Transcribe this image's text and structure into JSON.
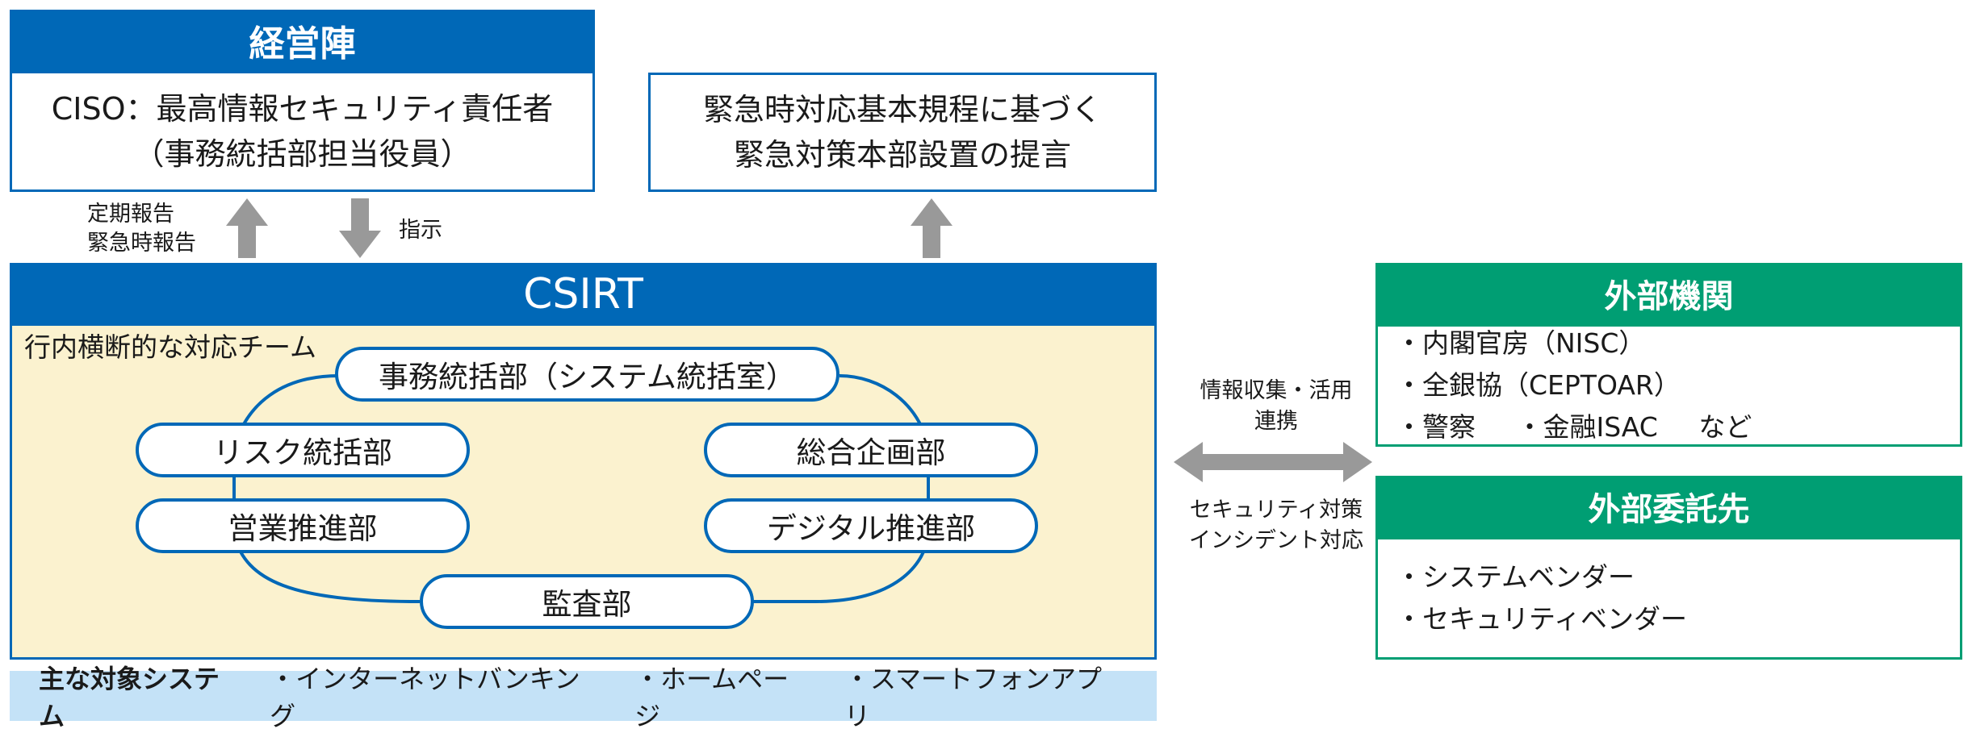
{
  "management": {
    "title": "経営陣",
    "ciso_line1": "CISO：最高情報セキュリティ責任者",
    "ciso_line2": "（事務統括部担当役員）"
  },
  "emergency": {
    "line1": "緊急時対応基本規程に基づく",
    "line2": "緊急対策本部設置の提言"
  },
  "arrows": {
    "report_line1": "定期報告",
    "report_line2": "緊急時報告",
    "instruction": "指示"
  },
  "csirt": {
    "title": "CSIRT",
    "team_label": "行内横断的な対応チーム",
    "departments": {
      "top": "事務統括部（システム統括室）",
      "left_1": "リスク統括部",
      "left_2": "営業推進部",
      "right_1": "総合企画部",
      "right_2": "デジタル推進部",
      "bottom": "監査部"
    }
  },
  "systems": {
    "title": "主な対象システム",
    "items": [
      "・インターネットバンキング",
      "・ホームページ",
      "・スマートフォンアプリ"
    ]
  },
  "exchange": {
    "top_line1": "情報収集・活用",
    "top_line2": "連携",
    "bottom_line1": "セキュリティ対策",
    "bottom_line2": "インシデント対応"
  },
  "external_orgs": {
    "title": "外部機関",
    "row1": [
      "・内閣官房（NISC）",
      "・全銀協（CEPTOAR）"
    ],
    "row2": [
      "・警察",
      "・金融ISAC",
      "など"
    ]
  },
  "outsourcing": {
    "title": "外部委託先",
    "items": [
      "・システムベンダー",
      "・セキュリティベンダー"
    ]
  },
  "colors": {
    "primary_blue": "#0068b7",
    "green": "#009e73",
    "csirt_fill": "#fbf2cf",
    "systems_fill": "#c4e2f7",
    "arrow_gray": "#999999"
  }
}
